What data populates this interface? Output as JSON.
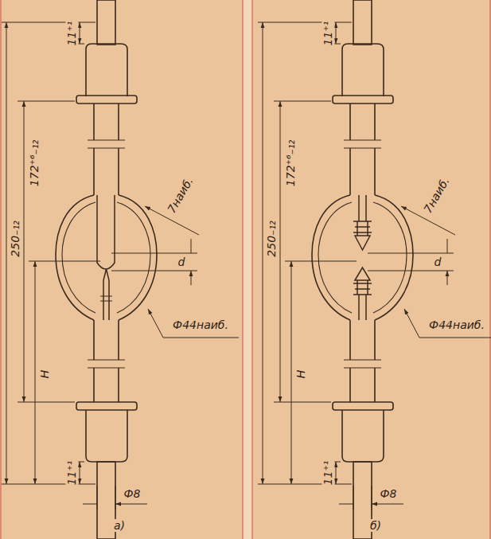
{
  "diagram": {
    "labels": [
      "11⁺¹",
      "250₋₁₂",
      "172⁺⁶₋₁₂",
      "7наиб.",
      "d",
      "Ф44наиб.",
      "H",
      "11⁺¹",
      "Ф8",
      "а)",
      "11⁺¹",
      "250₋₁₂",
      "172⁺⁶₋₁₂",
      "7наиб.",
      "d",
      "Ф44наиб.",
      "H",
      "11⁺¹",
      "Ф8",
      "б)"
    ]
  }
}
